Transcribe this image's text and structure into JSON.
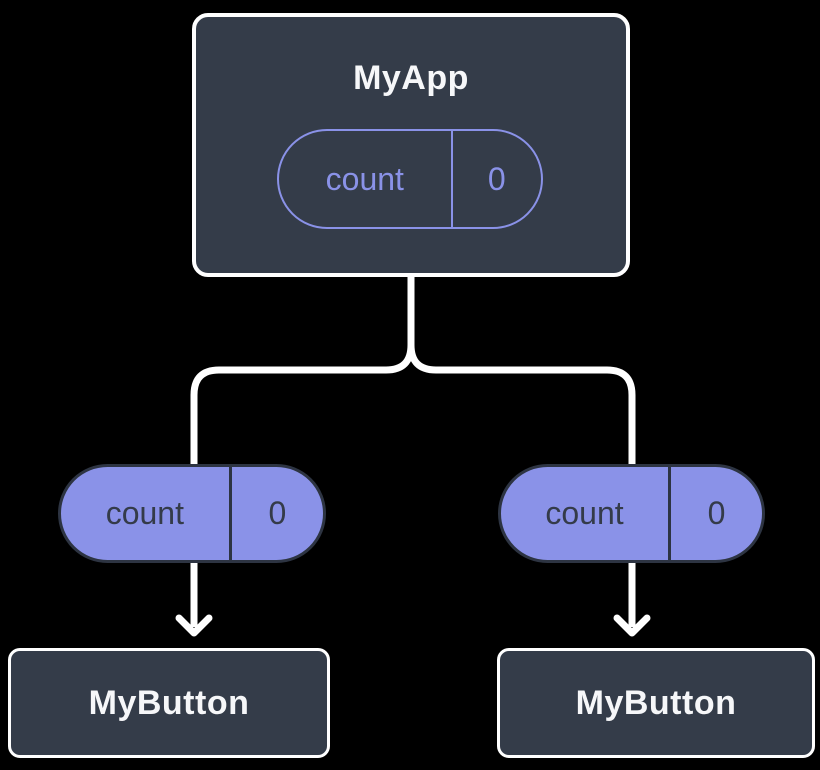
{
  "diagram": {
    "type": "react-component-tree",
    "background": "#000000",
    "colors": {
      "node_fill": "#343c49",
      "node_border": "#ffffff",
      "node_text": "#f6f7f9",
      "pill_purple": "#8a92e8",
      "pill_dark_border": "#2d3442",
      "pill_dark_text": "#343b49",
      "connector": "#ffffff"
    },
    "root": {
      "title": "MyApp",
      "state_pill": {
        "name": "count",
        "value": "0"
      }
    },
    "children": [
      {
        "title": "MyButton",
        "prop_pill": {
          "name": "count",
          "value": "0"
        }
      },
      {
        "title": "MyButton",
        "prop_pill": {
          "name": "count",
          "value": "0"
        }
      }
    ]
  }
}
